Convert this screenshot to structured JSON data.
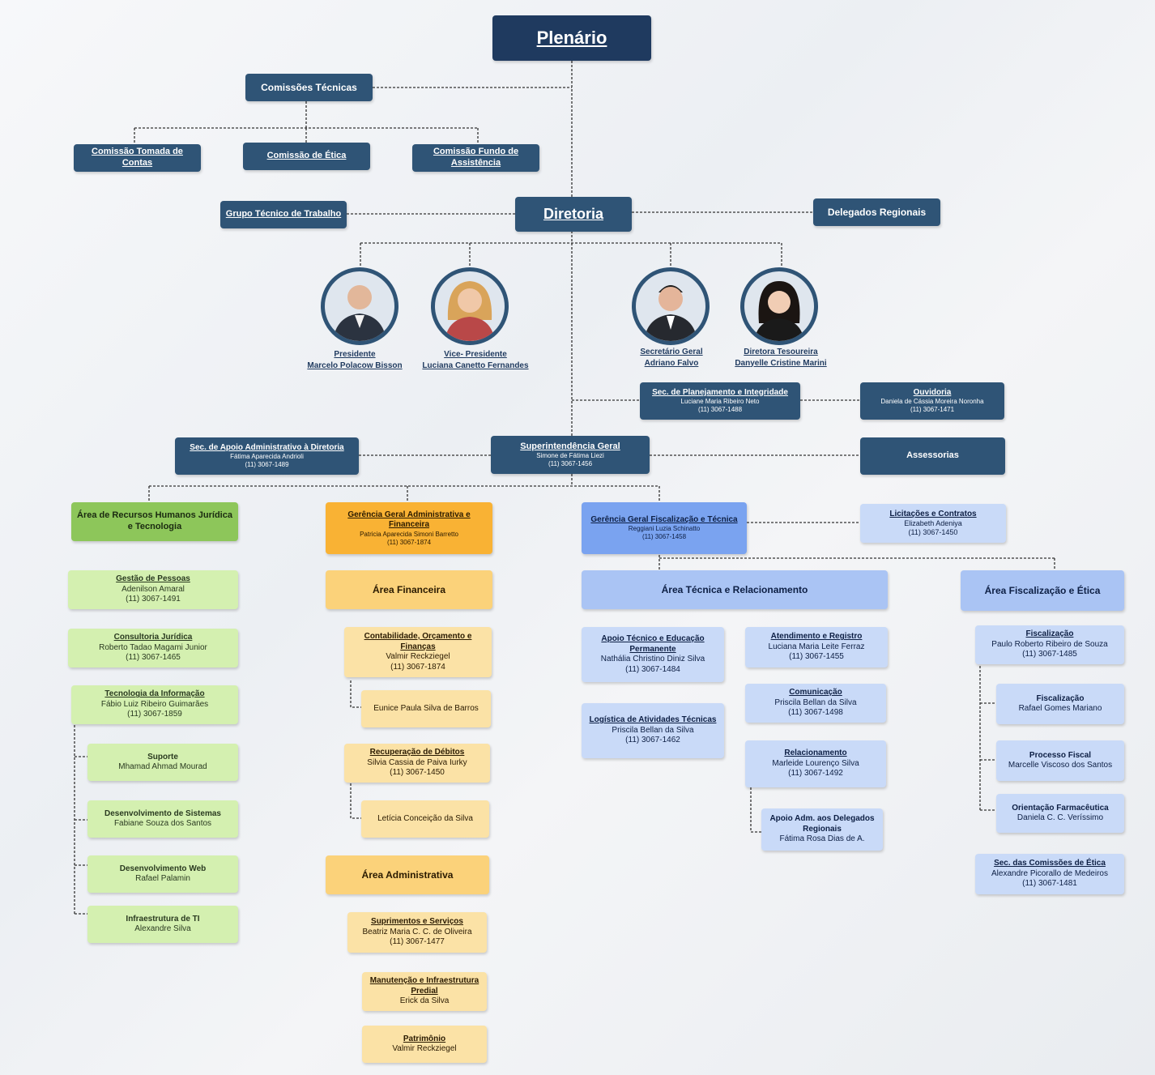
{
  "plenario": "Plenário",
  "comissoes_tecnicas": "Comissões Técnicas",
  "comissao_tomada": "Comissão Tomada de Contas",
  "comissao_etica": "Comissão de Ética",
  "comissao_fundo": "Comissão Fundo de Assistência",
  "grupo_tecnico": "Grupo Técnico de Trabalho",
  "diretoria": "Diretoria",
  "delegados_regionais": "Delegados Regionais",
  "directors": [
    {
      "role": "Presidente",
      "name": "Marcelo Polacow Bisson"
    },
    {
      "role": "Vice- Presidente",
      "name": "Luciana Canetto Fernandes"
    },
    {
      "role": "Secretário Geral",
      "name": "Adriano Falvo"
    },
    {
      "role": "Diretora Tesoureira",
      "name": "Danyelle Cristine Marini"
    }
  ],
  "sec_planejamento": {
    "title": "Sec. de Planejamento e Integridade",
    "name": "Luciane Maria Ribeiro Neto",
    "phone": "(11) 3067-1488"
  },
  "ouvidoria": {
    "title": "Ouvidoria",
    "name": "Daniela de Cássia Moreira Noronha",
    "phone": "(11) 3067-1471"
  },
  "sec_apoio": {
    "title": "Sec. de Apoio Administrativo à Diretoria",
    "name": "Fátima Aparecida Andrioli",
    "phone": "(11) 3067-1489"
  },
  "superintendencia": {
    "title": "Superintendência Geral",
    "name": "Simone de Fátima Liezi",
    "phone": "(11) 3067-1456"
  },
  "assessorias": "Assessorias",
  "area_rh": "Área de Recursos Humanos Jurídica e Tecnologia",
  "gestao_pessoas": {
    "title": "Gestão de Pessoas",
    "name": "Adenilson Amaral",
    "phone": "(11) 3067-1491"
  },
  "consultoria": {
    "title": "Consultoria Jurídica",
    "name": "Roberto Tadao Magami Junior",
    "phone": "(11) 3067-1465"
  },
  "tecnologia": {
    "title": "Tecnologia da Informação",
    "name": "Fábio Luiz Ribeiro Guimarães",
    "phone": "(11) 3067-1859"
  },
  "suporte": {
    "title": "Suporte",
    "name": "Mhamad Ahmad Mourad"
  },
  "dev_sistemas": {
    "title": "Desenvolvimento de Sistemas",
    "name": "Fabiane Souza dos Santos"
  },
  "dev_web": {
    "title": "Desenvolvimento Web",
    "name": "Rafael Palamin"
  },
  "infra_ti": {
    "title": "Infraestrutura de TI",
    "name": "Alexandre Silva"
  },
  "gerencia_adm": {
    "title": "Gerência Geral Administrativa e Financeira",
    "name": "Patricia Aparecida Simoni Barretto",
    "phone": "(11) 3067-1874"
  },
  "area_financeira": "Área Financeira",
  "contabilidade": {
    "title": "Contabilidade, Orçamento e Finanças",
    "name": "Valmir Reckziegel",
    "phone": "(11) 3067-1874"
  },
  "eunice": "Eunice Paula Silva de Barros",
  "recuperacao": {
    "title": "Recuperação de Débitos",
    "name": "Silvia Cassia de Paiva Iurky",
    "phone": "(11) 3067-1450"
  },
  "leticia": "Letícia Conceição da Silva",
  "area_administrativa": "Área Administrativa",
  "suprimentos": {
    "title": "Suprimentos e Serviços",
    "name": "Beatriz Maria C. C. de Oliveira",
    "phone": "(11) 3067-1477"
  },
  "manutencao": {
    "title": "Manutenção e Infraestrutura Predial",
    "name": "Erick da Silva"
  },
  "patrimonio": {
    "title": "Patrimônio",
    "name": "Valmir Reckziegel"
  },
  "gerencia_fisc": {
    "title": "Gerência Geral Fiscalização e Técnica",
    "name": "Reggiani Luzia Schinatto",
    "phone": "(11) 3067-1458"
  },
  "licitacoes": {
    "title": "Licitações e Contratos",
    "name": "Elizabeth Adeniya",
    "phone": "(11) 3067-1450"
  },
  "area_tecnica": "Área Técnica e Relacionamento",
  "area_fisc_etica": "Área Fiscalização e Ética",
  "apoio_tecnico": {
    "title": "Apoio Técnico e Educação Permanente",
    "name": "Nathália Christino Diniz Silva",
    "phone": "(11) 3067-1484"
  },
  "logistica": {
    "title": "Logística de Atividades Técnicas",
    "name": "Priscila Bellan da Silva",
    "phone": "(11) 3067-1462"
  },
  "atendimento": {
    "title": "Atendimento e Registro",
    "name": "Luciana Maria Leite Ferraz",
    "phone": "(11) 3067-1455"
  },
  "comunicacao": {
    "title": "Comunicação",
    "name": "Priscila Bellan da Silva",
    "phone": "(11) 3067-1498"
  },
  "relacionamento": {
    "title": "Relacionamento",
    "name": "Marleide Lourenço Silva",
    "phone": "(11) 3067-1492"
  },
  "apoio_delegados": {
    "title": "Apoio Adm. aos Delegados Regionais",
    "name": "Fátima Rosa Dias de A."
  },
  "fiscalizacao_main": {
    "title": "Fiscalização",
    "name": "Paulo Roberto Ribeiro de Souza",
    "phone": "(11) 3067-1485"
  },
  "fiscalizacao_sub": {
    "title": "Fiscalização",
    "name": "Rafael Gomes Mariano"
  },
  "processo_fiscal": {
    "title": "Processo Fiscal",
    "name": "Marcelle Viscoso dos Santos"
  },
  "orientacao": {
    "title": "Orientação Farmacêutica",
    "name": "Daniela C. C. Veríssimo"
  },
  "sec_comissoes": {
    "title": "Sec. das Comissões de Ética",
    "name": "Alexandre Picorallo de Medeiros",
    "phone": "(11) 3067-1481"
  },
  "colors": {
    "dark": "#2f5476",
    "green": "#8dc65a",
    "light_green": "#d4f0b0",
    "orange": "#f9b234",
    "light_orange": "#fbd27a",
    "blue": "#7aa3f0",
    "light_blue": "#c9daf8"
  }
}
